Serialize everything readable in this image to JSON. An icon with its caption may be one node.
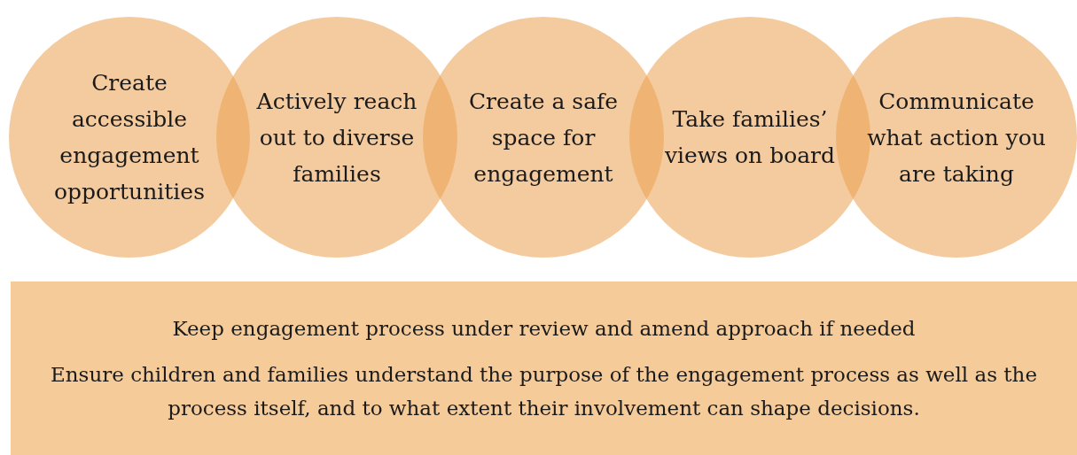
{
  "diagram": {
    "nodes": [
      {
        "text": [
          "Create accessible engagement opportunities"
        ]
      },
      {
        "text": [
          "Actively reach out to diverse families"
        ]
      },
      {
        "text": [
          "Create a safe space for engagement"
        ]
      },
      {
        "text": [
          "Take families’ views on board"
        ]
      },
      {
        "text": [
          "Communicate what action you are taking"
        ]
      },
      {
        "text": [
          "Keep engagement process under review and amend approach if needed",
          "Ensure children and families understand the purpose of the engagement process as well as the process itself, and to what extent their involvement can shape decisions."
        ]
      }
    ],
    "edges": []
  }
}
